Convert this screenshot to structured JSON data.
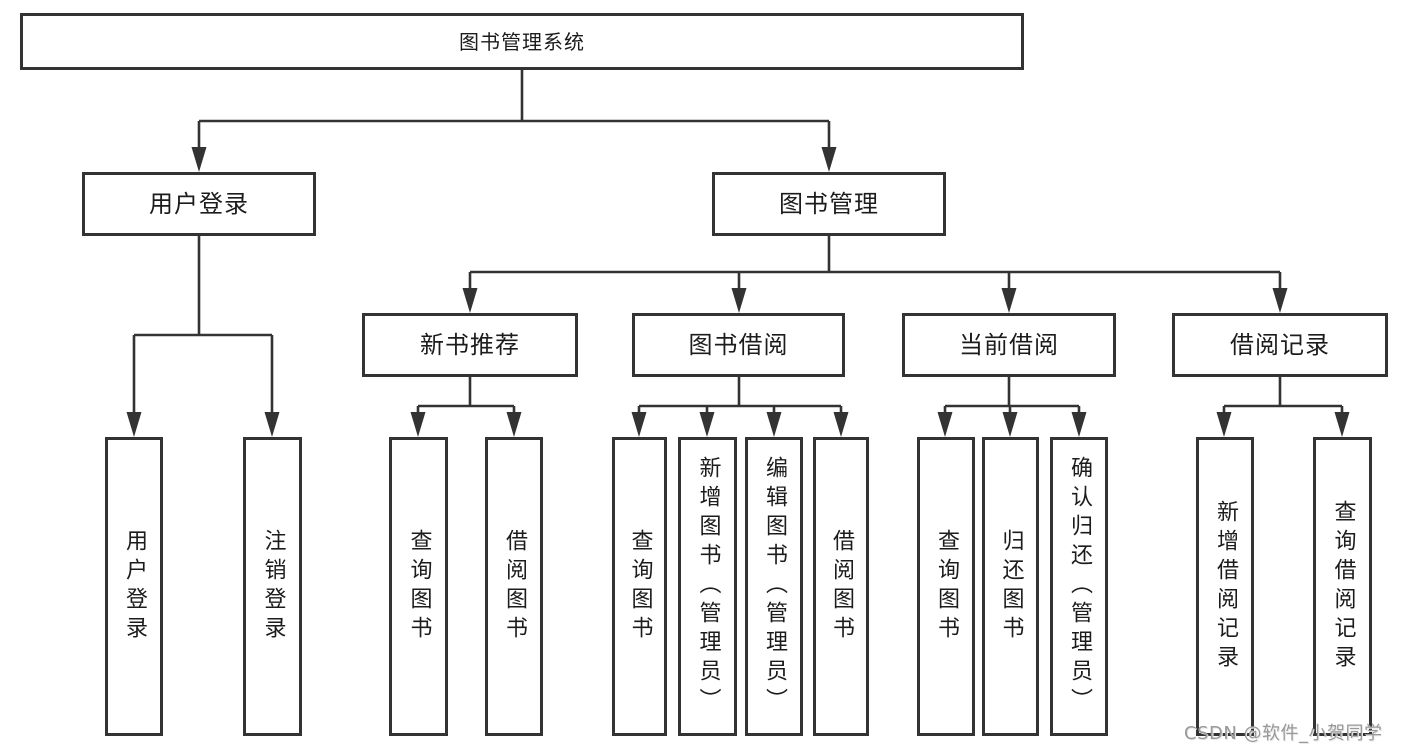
{
  "diagram": {
    "root": {
      "label": "图书管理系统"
    },
    "branches": [
      {
        "label": "用户登录",
        "children": [
          {
            "label": "用户登录"
          },
          {
            "label": "注销登录"
          }
        ]
      },
      {
        "label": "图书管理",
        "children": [
          {
            "label": "新书推荐",
            "children": [
              {
                "label": "查询图书"
              },
              {
                "label": "借阅图书"
              }
            ]
          },
          {
            "label": "图书借阅",
            "children": [
              {
                "label": "查询图书"
              },
              {
                "label": "新增图书（管理员）"
              },
              {
                "label": "编辑图书（管理员）"
              },
              {
                "label": "借阅图书"
              }
            ]
          },
          {
            "label": "当前借阅",
            "children": [
              {
                "label": "查询图书"
              },
              {
                "label": "归还图书"
              },
              {
                "label": "确认归还（管理员）"
              }
            ]
          },
          {
            "label": "借阅记录",
            "children": [
              {
                "label": "新增借阅记录"
              },
              {
                "label": "查询借阅记录"
              }
            ]
          }
        ]
      }
    ]
  },
  "watermark": {
    "text": "CSDN @软件_小贺同学"
  },
  "colors": {
    "line": "#333333",
    "box_border": "#333333",
    "text": "#1c1c1c",
    "watermark": "#999999",
    "background": "#ffffff"
  }
}
